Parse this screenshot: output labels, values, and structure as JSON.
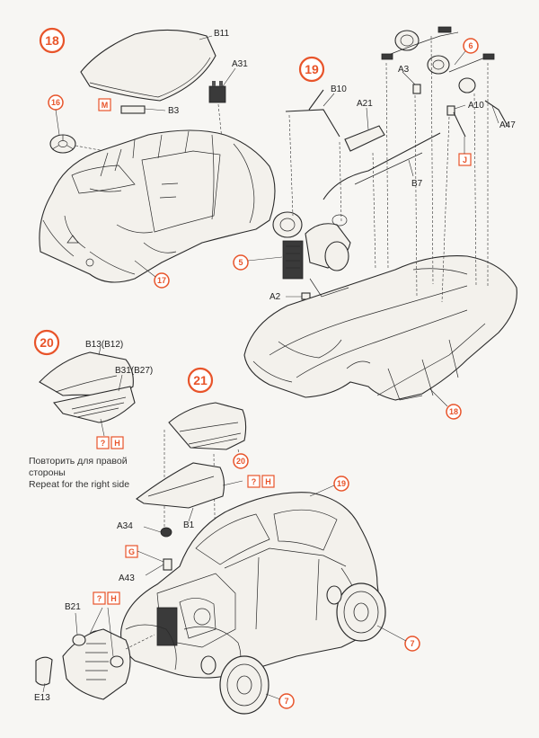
{
  "steps": [
    {
      "number": "18"
    },
    {
      "number": "19"
    },
    {
      "number": "20"
    },
    {
      "number": "21"
    }
  ],
  "parts": [
    "B11",
    "A31",
    "B3",
    "B10",
    "A3",
    "A21",
    "A10",
    "A47",
    "B7",
    "A2",
    "B13(B12)",
    "B31(B27)",
    "A34",
    "B1",
    "A43",
    "B21",
    "E13"
  ],
  "callouts": [
    "16",
    "6",
    "5",
    "17",
    "18",
    "20",
    "19",
    "7",
    "7"
  ],
  "paint_codes": [
    "M",
    "J",
    "?",
    "H",
    "?",
    "H",
    "G",
    "?",
    "H"
  ],
  "instruction": {
    "ru": "Повторить для правой стороны",
    "en": "Repeat for the right side"
  },
  "accent_color": "#e8542a",
  "line_color": "#222222"
}
